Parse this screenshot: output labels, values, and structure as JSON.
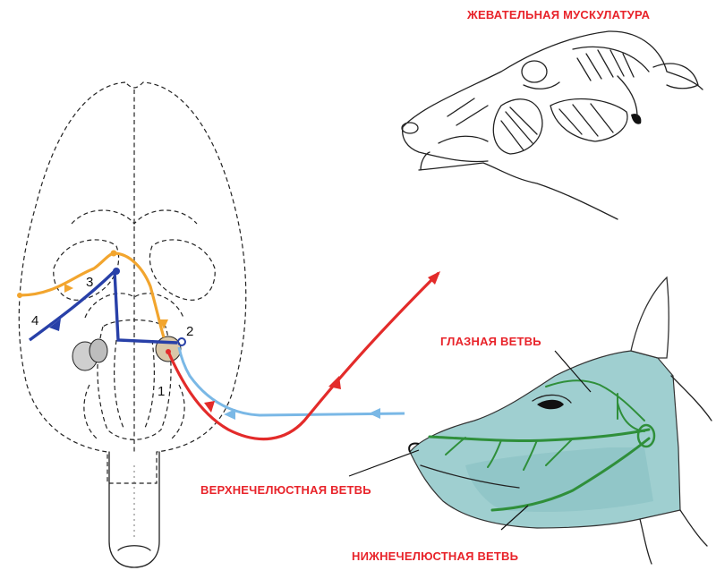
{
  "colors": {
    "label_red": "#e8232a",
    "orange_path": "#f2a52e",
    "dark_blue_path": "#2840a8",
    "light_blue_path": "#7ab8e6",
    "red_path": "#e32b2a",
    "nerve_green": "#2f8f3a",
    "head_fill": "#9fcfd0"
  },
  "labels": {
    "mastication": "ЖЕВАТЕЛЬНАЯ МУСКУЛАТУРА",
    "ophthalmic": "ГЛАЗНАЯ ВЕТВЬ",
    "maxillary": "ВЕРХНЕЧЕЛЮСТНАЯ ВЕТВЬ",
    "mandibular": "НИЖНЕЧЕЛЮСТНАЯ ВЕТВЬ"
  },
  "numbers": {
    "n1": "1",
    "n2": "2",
    "n3": "3",
    "n4": "4"
  }
}
